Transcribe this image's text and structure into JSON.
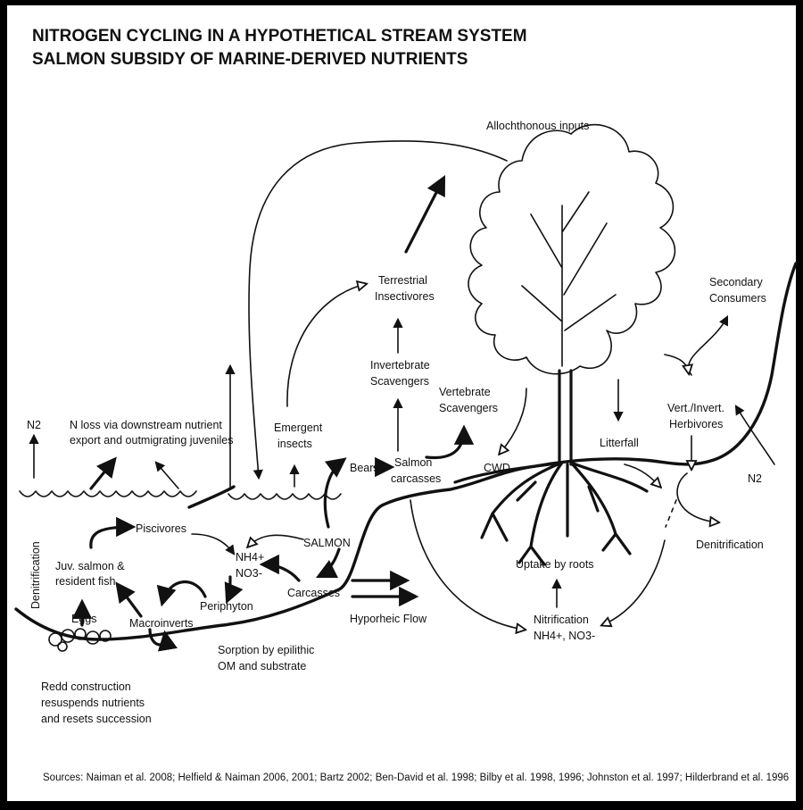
{
  "title_line1": "NITROGEN CYCLING IN A HYPOTHETICAL STREAM SYSTEM",
  "title_line2": "SALMON SUBSIDY OF MARINE-DERIVED NUTRIENTS",
  "labels": {
    "allochthonous": "Allochthonous inputs",
    "terrestrial_insectivores_1": "Terrestrial",
    "terrestrial_insectivores_2": "Insectivores",
    "secondary_consumers_1": "Secondary",
    "secondary_consumers_2": "Consumers",
    "invertebrate_scavengers_1": "Invertebrate",
    "invertebrate_scavengers_2": "Scavengers",
    "vertebrate_scavengers_1": "Vertebrate",
    "vertebrate_scavengers_2": "Scavengers",
    "herbivores_1": "Vert./Invert.",
    "herbivores_2": "Herbivores",
    "n2_left": "N2",
    "n2_right": "N2",
    "n_loss_1": "N loss via downstream nutrient",
    "n_loss_2": "export and outmigrating juveniles",
    "emergent_1": "Emergent",
    "emergent_2": "insects",
    "bears": "Bears",
    "salmon_carcasses_1": "Salmon",
    "salmon_carcasses_2": "carcasses",
    "cwd": "CWD",
    "litterfall": "Litterfall",
    "denitrification_side": "Denitrification",
    "denitrification_right": "Denitrification",
    "piscivores": "Piscivores",
    "salmon": "SALMON",
    "nh4": "NH4+",
    "no3": "NO3-",
    "juv_1": "Juv. salmon &",
    "juv_2": "resident fish",
    "carcasses": "Carcasses",
    "periphyton": "Periphyton",
    "uptake": "Uptake by roots",
    "eggs": "Eggs",
    "macroinverts": "Macroinverts",
    "hyporheic": "Hyporheic Flow",
    "nitrification_1": "Nitrification",
    "nitrification_2": "NH4+, NO3-",
    "sorption_1": "Sorption by epilithic",
    "sorption_2": "OM and substrate",
    "redd_1": "Redd construction",
    "redd_2": "resuspends nutrients",
    "redd_3": "and resets succession"
  },
  "sources": "Sources: Naiman et al. 2008; Helfield & Naiman 2006, 2001; Bartz 2002; Ben-David et al. 1998; Bilby et al. 1998, 1996; Johnston et al. 1997; Hilderbrand et al. 1996"
}
